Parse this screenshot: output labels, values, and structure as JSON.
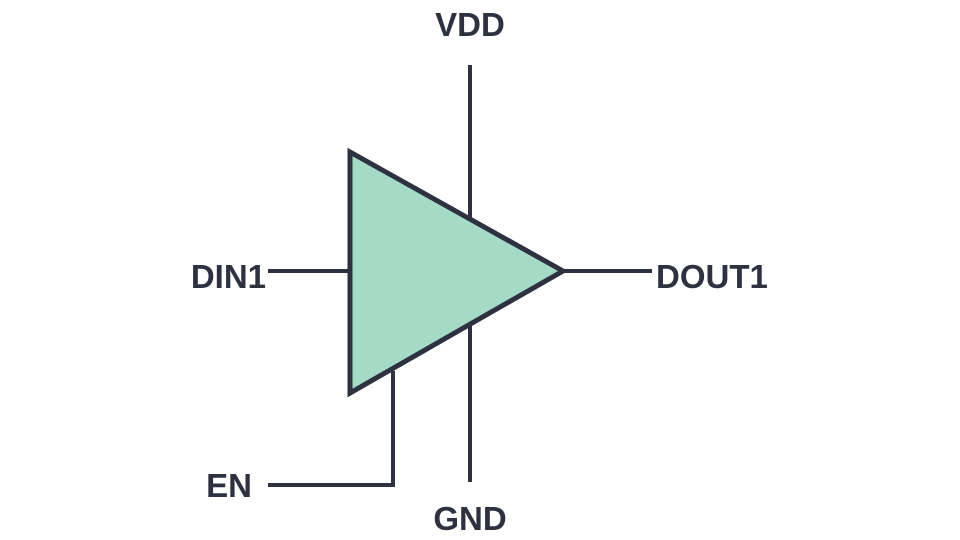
{
  "diagram": {
    "labels": {
      "vdd": "VDD",
      "gnd": "GND",
      "din": "DIN1",
      "dout": "DOUT1",
      "en": "EN"
    },
    "colors": {
      "line": "#2e3140",
      "fill": "#a4dac6",
      "text": "#2e3140",
      "background": "#ffffff"
    }
  }
}
